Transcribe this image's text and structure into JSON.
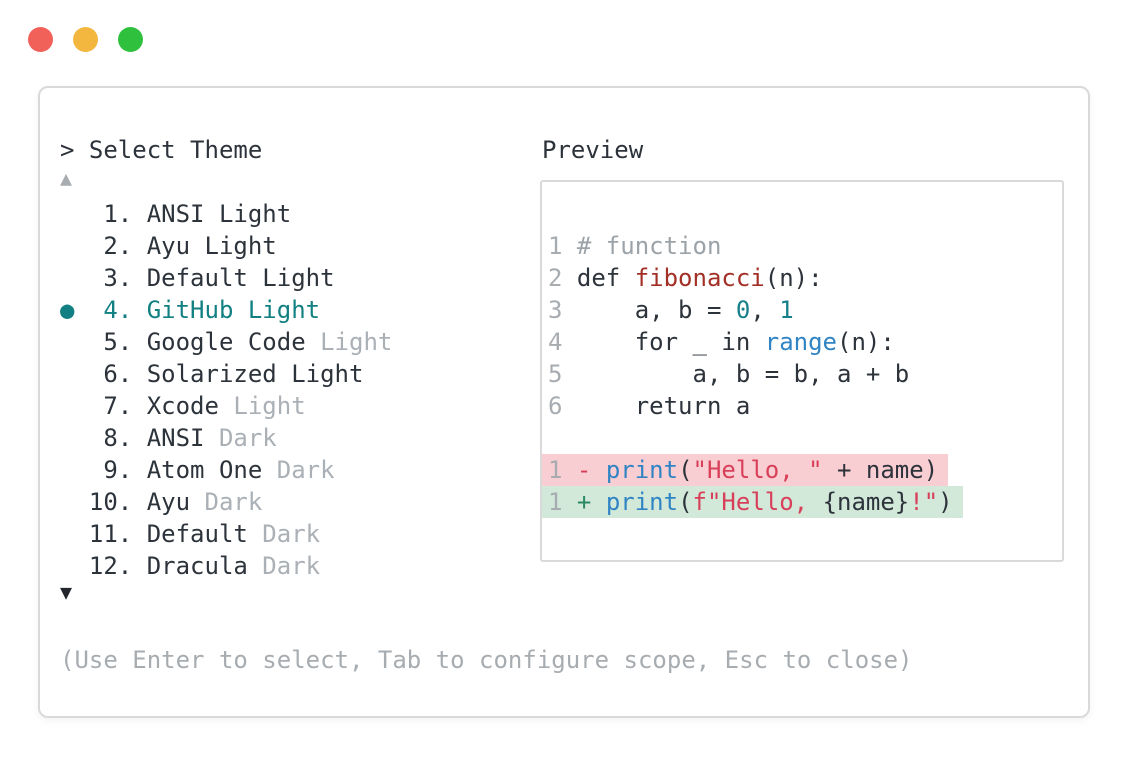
{
  "window": {
    "traffic_lights": [
      {
        "name": "close",
        "color": "#f2605a"
      },
      {
        "name": "minimize",
        "color": "#f3b740"
      },
      {
        "name": "zoom",
        "color": "#2fc13e"
      }
    ],
    "header": {
      "title_text": "> Select Theme",
      "preview_label": "Preview"
    },
    "scroll": {
      "up": "▲",
      "down": "▼"
    },
    "footer_hint": "(Use Enter to select, Tab to configure scope, Esc to close)"
  },
  "theme_list": {
    "selected_number": 4,
    "bullet": "●",
    "items": [
      {
        "number": 1,
        "name": "ANSI Light",
        "muted": "",
        "selected": false
      },
      {
        "number": 2,
        "name": "Ayu Light",
        "muted": "",
        "selected": false
      },
      {
        "number": 3,
        "name": "Default Light",
        "muted": "",
        "selected": false
      },
      {
        "number": 4,
        "name": "GitHub Light",
        "muted": "",
        "selected": true
      },
      {
        "number": 5,
        "name": "Google Code",
        "muted": "Light",
        "selected": false
      },
      {
        "number": 6,
        "name": "Solarized Light",
        "muted": "",
        "selected": false
      },
      {
        "number": 7,
        "name": "Xcode",
        "muted": "Light",
        "selected": false
      },
      {
        "number": 8,
        "name": "ANSI",
        "muted": "Dark",
        "selected": false
      },
      {
        "number": 9,
        "name": "Atom One",
        "muted": "Dark",
        "selected": false
      },
      {
        "number": 10,
        "name": "Ayu",
        "muted": "Dark",
        "selected": false
      },
      {
        "number": 11,
        "name": "Default",
        "muted": "Dark",
        "selected": false
      },
      {
        "number": 12,
        "name": "Dracula",
        "muted": "Dark",
        "selected": false
      }
    ]
  },
  "preview": {
    "code_lines": [
      {
        "bg": "",
        "tokens": [
          [
            "ln",
            "1 "
          ],
          [
            "com",
            "# function"
          ]
        ]
      },
      {
        "bg": "",
        "tokens": [
          [
            "ln",
            "2 "
          ],
          [
            "txt",
            "def "
          ],
          [
            "fn",
            "fibonacci"
          ],
          [
            "txt",
            "(n):"
          ]
        ]
      },
      {
        "bg": "",
        "tokens": [
          [
            "ln",
            "3 "
          ],
          [
            "txt",
            "    a, b = "
          ],
          [
            "num",
            "0"
          ],
          [
            "txt",
            ", "
          ],
          [
            "num",
            "1"
          ]
        ]
      },
      {
        "bg": "",
        "tokens": [
          [
            "ln",
            "4 "
          ],
          [
            "txt",
            "    for _ in "
          ],
          [
            "blue",
            "range"
          ],
          [
            "txt",
            "(n):"
          ]
        ]
      },
      {
        "bg": "",
        "tokens": [
          [
            "ln",
            "5 "
          ],
          [
            "txt",
            "        a, b = b, a + b"
          ]
        ]
      },
      {
        "bg": "",
        "tokens": [
          [
            "ln",
            "6 "
          ],
          [
            "txt",
            "    return a"
          ]
        ]
      },
      {
        "bg": "",
        "tokens": []
      },
      {
        "bg": "removed",
        "tokens": [
          [
            "ln",
            "1 "
          ],
          [
            "minus",
            "- "
          ],
          [
            "blue",
            "print"
          ],
          [
            "txt",
            "("
          ],
          [
            "str",
            "\"Hello, \""
          ],
          [
            "txt",
            " + name)"
          ]
        ]
      },
      {
        "bg": "added",
        "tokens": [
          [
            "ln",
            "1 "
          ],
          [
            "plus",
            "+ "
          ],
          [
            "blue",
            "print"
          ],
          [
            "txt",
            "("
          ],
          [
            "str",
            "f\"Hello, "
          ],
          [
            "txt",
            "{name}"
          ],
          [
            "str",
            "!\""
          ],
          [
            "txt",
            ")"
          ]
        ]
      }
    ]
  },
  "colors": {
    "text_dark": "#2d333b",
    "text_muted": "#aab0b5",
    "accent_teal": "#128082",
    "function_red": "#a33026",
    "string_red": "#d8405a",
    "keyword_blue": "#3084c4",
    "diff_plus_green": "#2b8a62",
    "diff_removed_bg": "#f8ced3",
    "diff_added_bg": "#d2e9da",
    "border": "#d9d9d9"
  }
}
